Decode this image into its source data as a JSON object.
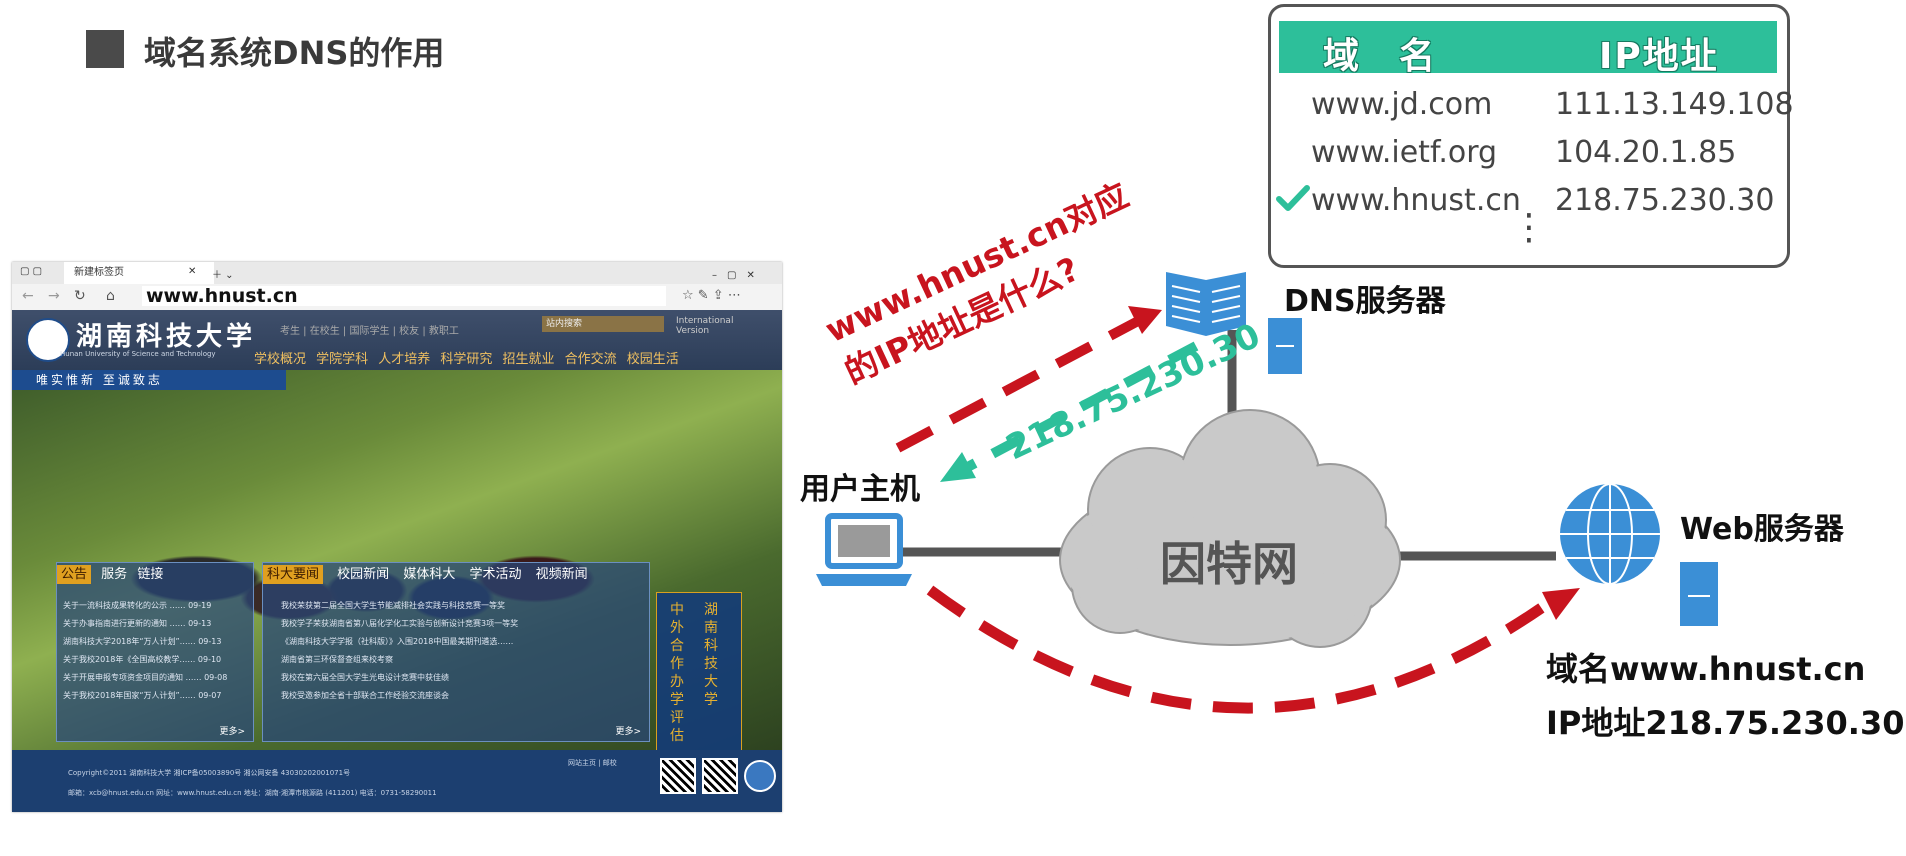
{
  "slide": {
    "title": "域名系统DNS的作用"
  },
  "dns_table": {
    "headers": [
      "域　名",
      "IP地址"
    ],
    "rows": [
      {
        "domain": "www.jd.com",
        "ip": "111.13.149.108"
      },
      {
        "domain": "www.ietf.org",
        "ip": "104.20.1.85"
      },
      {
        "domain": "www.hnust.cn",
        "ip": "218.75.230.30"
      }
    ],
    "ellipsis": "⋮",
    "check_icon": "check-icon",
    "accent": "#2dbf9a"
  },
  "diagram": {
    "dns_server_label": "DNS服务器",
    "user_host_label": "用户主机",
    "internet_label": "因特网",
    "web_server_label": "Web服务器",
    "query_text_line1": "www.hnust.cn对应",
    "query_text_line2": "的IP地址是什么?",
    "answer_text": "218.75.230.30",
    "web_domain_line": "域名www.hnust.cn",
    "web_ip_line": "IP地址218.75.230.30",
    "colors": {
      "query": "#c8141e",
      "answer": "#2dbf9a",
      "server_blue": "#3b8fd6"
    }
  },
  "browser": {
    "tab_title": "新建标签页",
    "address": "www.hnust.cn",
    "site_name": "湖南科技大学",
    "site_name_en": "Hunan University of Science and Technology",
    "top_links": "考生 | 在校生 | 国际学生 | 校友 | 教职工",
    "search_placeholder": "站内搜索",
    "intl": "International Version",
    "main_nav": "学校概况 学院学科 人才培养 科学研究 招生就业 合作交流 校园生活",
    "slogan": "唯实惟新 至诚致志",
    "left_tabs": [
      "公告",
      "服务",
      "链接"
    ],
    "left_list": [
      "关于一流科技成果转化的公示 …… 09-19",
      "关于办事指南进行更新的通知 …… 09-13",
      "湖南科技大学2018年“万人计划”…… 09-13",
      "关于我校2018年《全国高校教学…… 09-10",
      "关于开展申报专项资金项目的通知 …… 09-08",
      "关于我校2018年国家“万人计划”…… 09-07"
    ],
    "left_more": "更多>",
    "news_tabs": [
      "科大要闻",
      "校园新闻",
      "媒体科大",
      "学术活动",
      "视频新闻"
    ],
    "news_list": [
      "我校荣获第二届全国大学生节能减排社会实践与科技竞赛一等奖",
      "我校学子荣获湖南省第八届化学化工实验与创新设计竞赛3项一等奖",
      "《湖南科技大学学报（社科版）》入围2018中国最美期刊遴选……",
      "湖南省第三环保督查组来校考察",
      "我校在第六届全国大学生光电设计竞赛中获佳绩",
      "我校受邀参加全省十部联合工作经验交流座谈会"
    ],
    "news_more": "更多>",
    "vertical_left": "中外合作办学评估",
    "vertical_right": "湖南科技大学",
    "footer_line1": "Copyright©2011 湖南科技大学 湘ICP备05003890号 湘公网安备 43030202001071号",
    "footer_line2": "邮箱：xcb@hnust.edu.cn 网址：www.hnust.edu.cn 地址：湖南·湘潭市桃源路 (411201) 电话：0731-58290011",
    "footer_links": "网站主页 | 邮校"
  }
}
